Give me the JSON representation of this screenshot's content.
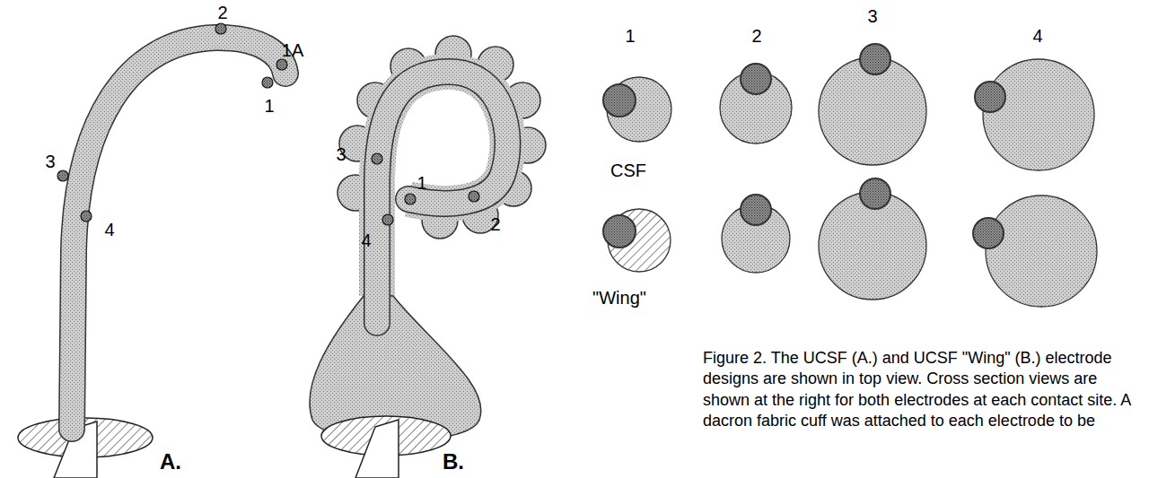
{
  "diagram": {
    "caption": "Figure 2. The UCSF (A.) and UCSF \"Wing\" (B.) electrode designs are shown in top view. Cross section views are shown at the right for both electrodes at each contact site. A dacron fabric cuff was attached to each electrode to be",
    "labels": [
      "2",
      "1A",
      "1",
      "3",
      "4",
      "A.",
      "3",
      "1",
      "4",
      "2",
      "B.",
      "1",
      "2",
      "3",
      "4",
      "CSF",
      "\"Wing\""
    ]
  }
}
